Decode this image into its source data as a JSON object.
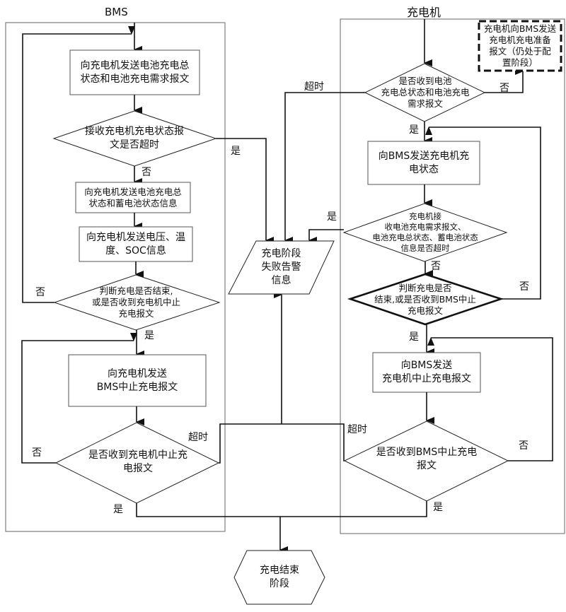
{
  "lanes": {
    "bms_title": "BMS",
    "charger_title": "充电机"
  },
  "bms": {
    "box1": "向充电机发送电池充电总\n状态和电池充电需求报文",
    "decision1": "接收充电机充电状态报\n文是否超时",
    "box2": "向充电机发送电池充电总\n状态和蓄电池状态信息",
    "box3": "向充电机发送电压、温\n度、SOC信息",
    "decision2": "判断充电是否结束,\n或是否收到充电机中止\n充电报文",
    "box4": "向充电机发送\nBMS中止充电报文",
    "decision3": "是否收到充电机中止充\n电报文"
  },
  "charger": {
    "decision1": "是否收到电池\n充电总状态和电池充电\n需求报文",
    "dashed_box": "充电机向BMS发送\n充电机充电准备\n报文（仍处于配\n置阶段）",
    "box1": "向BMS发送充电机充\n电状态",
    "decision2": "充电机接\n收电池充电需求报文、\n电池充电总状态、蓄电池状态\n信息是否超时",
    "decision3": "判断充电是否\n结束,或是否收到BMS中止\n充电报文",
    "box2": "向BMS发送\n充电机中止充电报文",
    "decision4": "是否收到BMS中止充电\n报文"
  },
  "shared": {
    "failure_alarm": "充电阶段\n失败告警\n信息",
    "end_stage": "充电结束\n阶段"
  },
  "edge_labels": {
    "yes": "是",
    "no": "否",
    "timeout": "超时"
  }
}
